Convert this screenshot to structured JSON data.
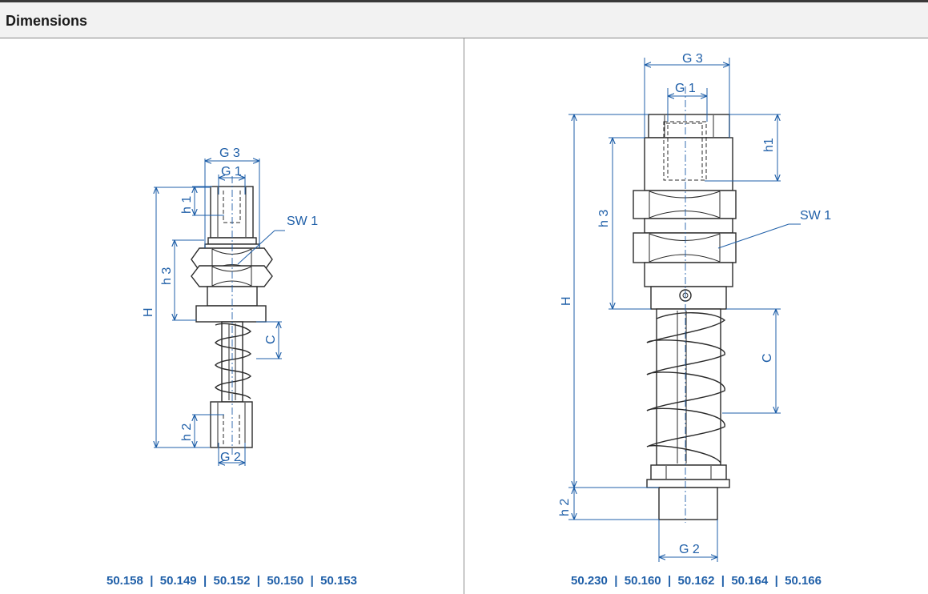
{
  "section": {
    "title": "Dimensions"
  },
  "left": {
    "labels": {
      "g3": "G 3",
      "g1": "G 1",
      "g2": "G 2",
      "h1": "h 1",
      "h2": "h 2",
      "h3": "h 3",
      "H": "H",
      "C": "C",
      "sw1": "SW 1"
    },
    "codes": [
      "50.158",
      "50.149",
      "50.152",
      "50.150",
      "50.153"
    ],
    "separator": "|"
  },
  "right": {
    "labels": {
      "g3": "G 3",
      "g1": "G 1",
      "g2": "G 2",
      "h1": "h1",
      "h2": "h 2",
      "h3": "h 3",
      "H": "H",
      "C": "C",
      "sw1": "SW 1"
    },
    "codes": [
      "50.230",
      "50.160",
      "50.162",
      "50.164",
      "50.166"
    ],
    "separator": "|"
  }
}
